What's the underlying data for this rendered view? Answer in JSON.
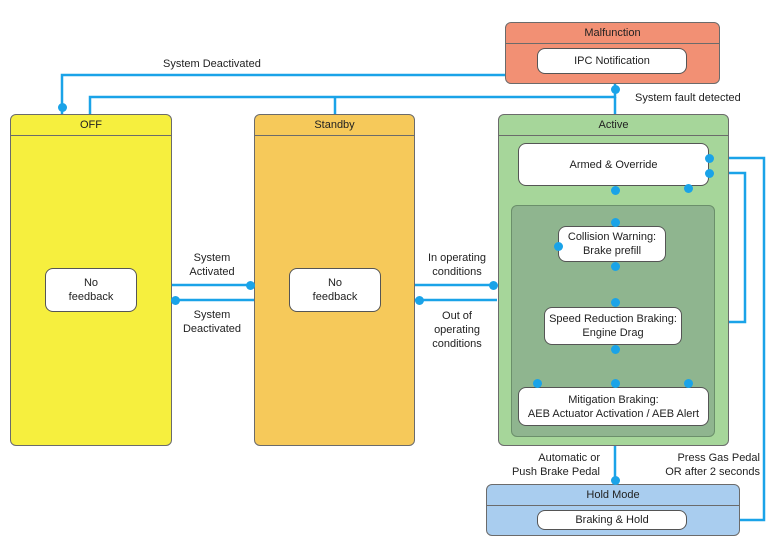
{
  "colors": {
    "wire": "#1aa3e8",
    "off": "#f6ef3e",
    "standby": "#f6c95a",
    "active": "#a6d69a",
    "active_inner": "#8fb58f",
    "malfunction": "#f29074",
    "hold": "#a9cdef"
  },
  "states": {
    "malfunction": {
      "title": "Malfunction",
      "nodes": [
        "IPC Notification"
      ]
    },
    "off": {
      "title": "OFF",
      "nodes": [
        "No\nfeedback"
      ]
    },
    "standby": {
      "title": "Standby",
      "nodes": [
        "No\nfeedback"
      ]
    },
    "active": {
      "title": "Active",
      "nodes": [
        "Armed & Override",
        "Collision Warning:\nBrake prefill",
        "Speed Reduction Braking:\nEngine Drag",
        "Mitigation Braking:\nAEB Actuator Activation / AEB Alert"
      ]
    },
    "hold": {
      "title": "Hold Mode",
      "nodes": [
        "Braking & Hold"
      ]
    }
  },
  "transitions": {
    "system_deactivated_top": "System Deactivated",
    "system_fault": "System fault detected",
    "system_activated": "System\nActivated",
    "system_deactivated": "System\nDeactivated",
    "in_operating": "In operating\nconditions",
    "out_operating": "Out of\noperating\nconditions",
    "automatic": "Automatic or\nPush Brake Pedal",
    "press_gas": "Press Gas Pedal\nOR after 2 seconds"
  }
}
